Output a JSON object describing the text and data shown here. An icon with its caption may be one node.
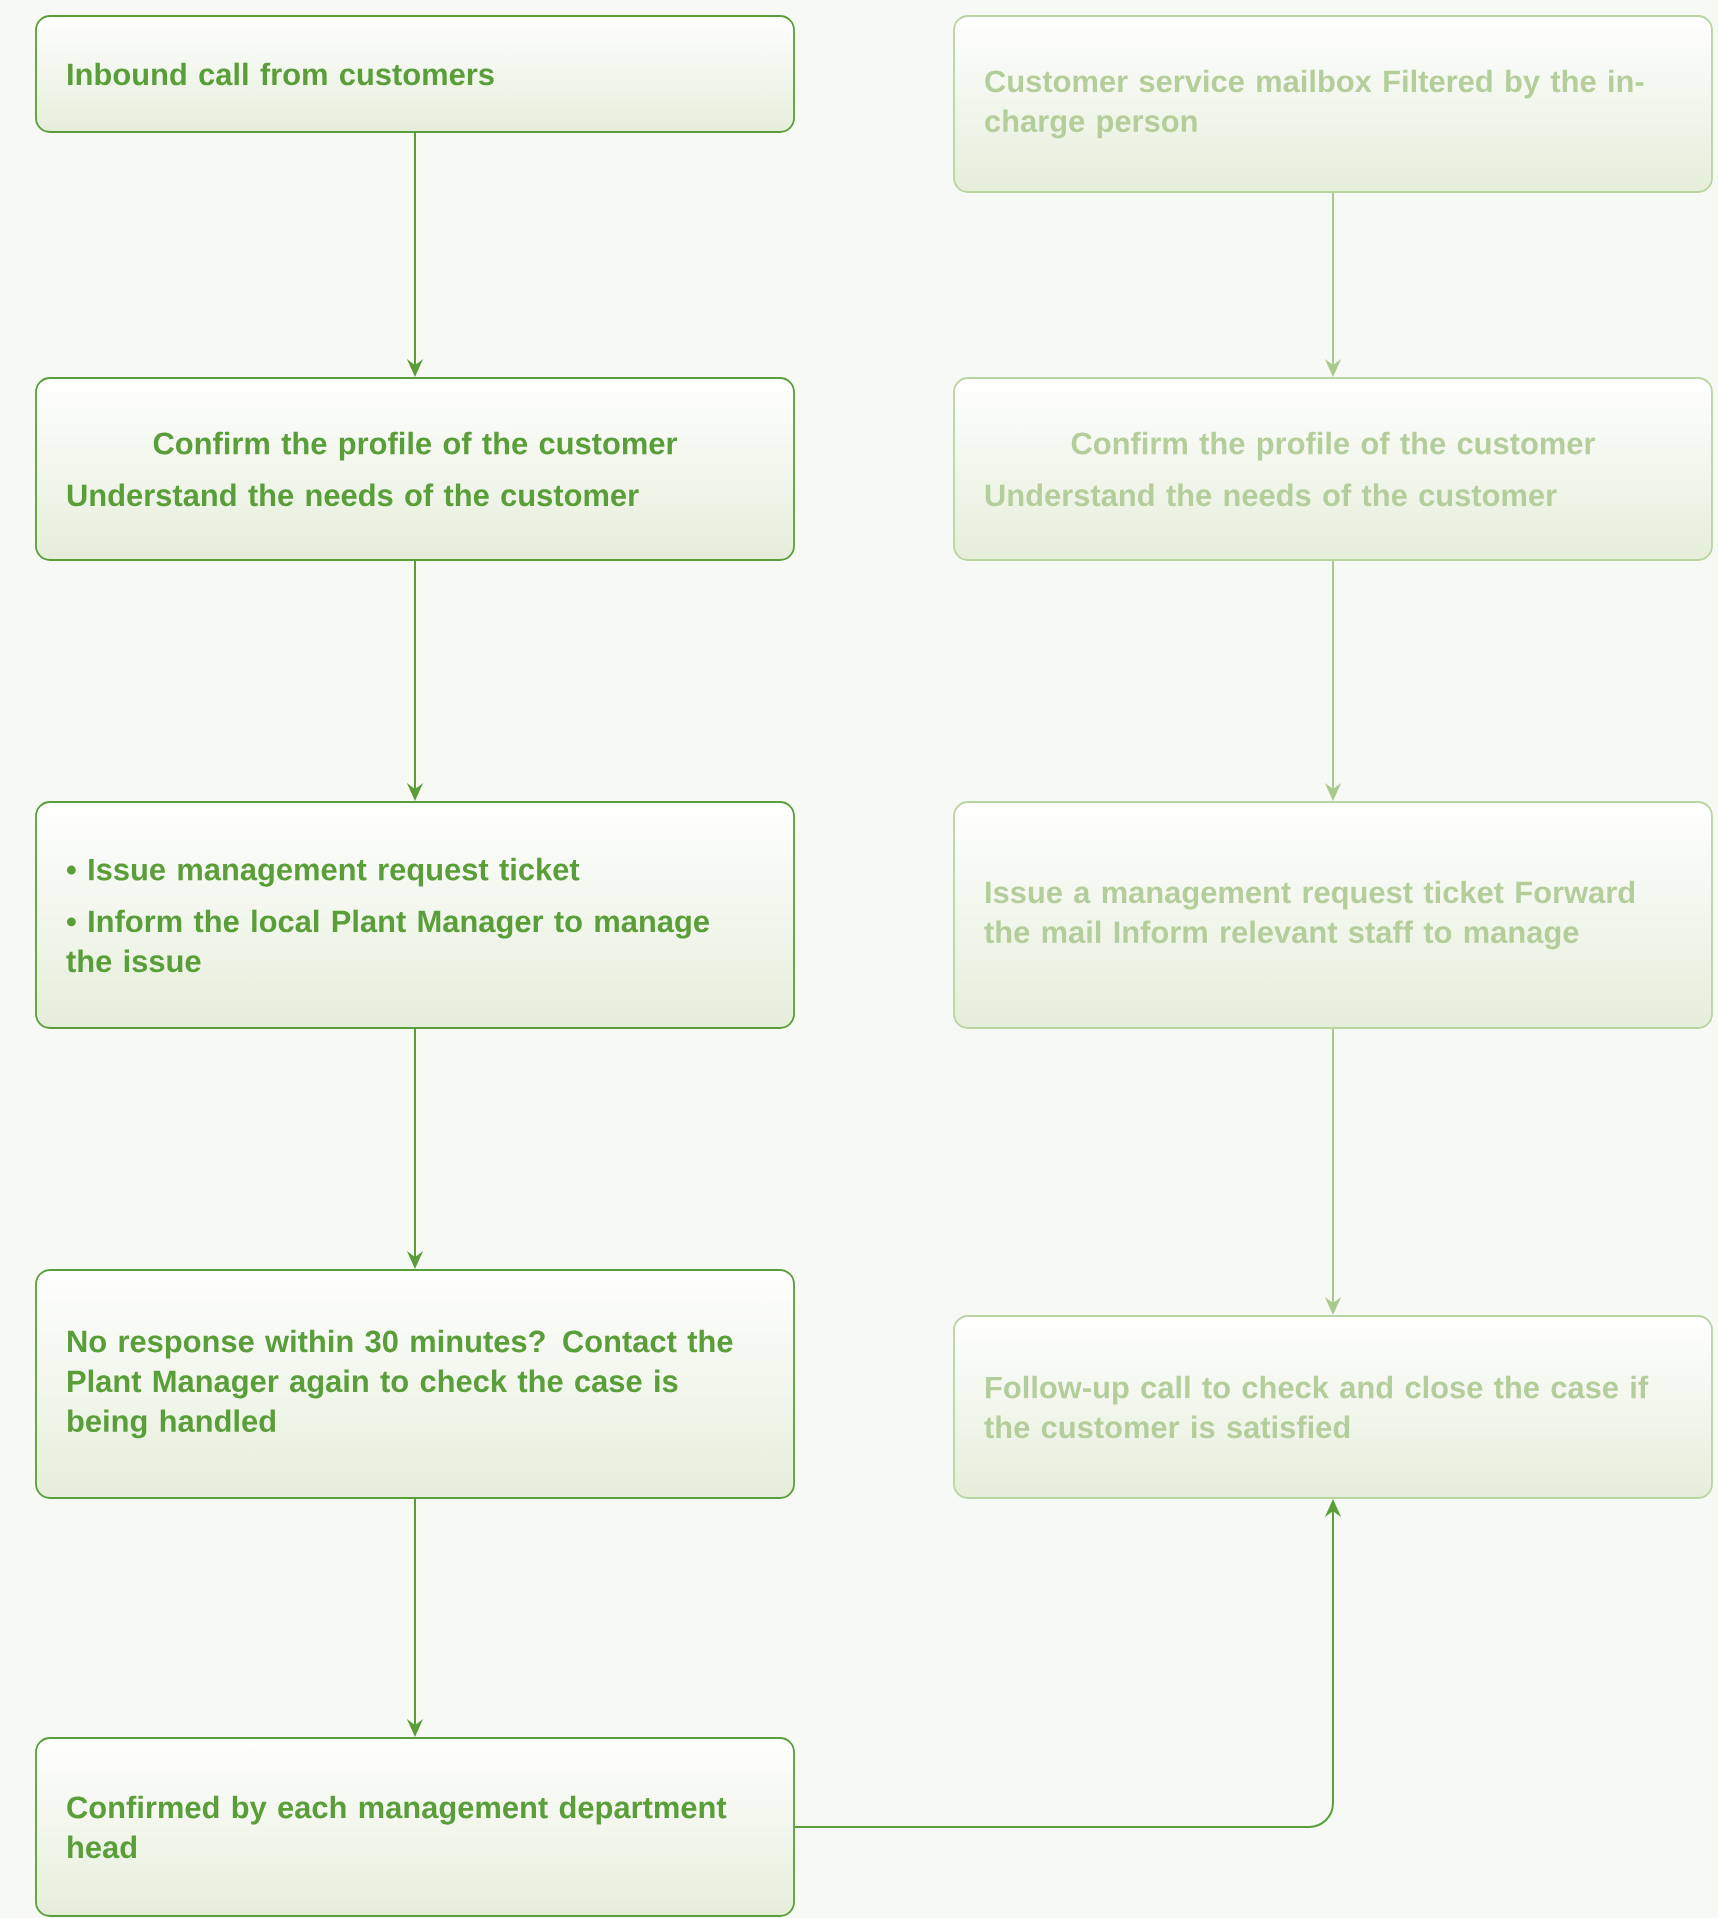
{
  "diagram": {
    "nodes": [
      {
        "text": [
          "Inbound call from customers"
        ]
      },
      {
        "text": [
          "Confirm the profile of the customer",
          "Understand the needs of the customer"
        ]
      },
      {
        "text": [
          "• Issue management request ticket",
          "• Inform the local Plant Manager to manage the issue"
        ]
      },
      {
        "text": [
          "No response within 30 minutes? Contact the Plant Manager again to check the case is being handled"
        ]
      },
      {
        "text": [
          "Confirmed by each management department head"
        ]
      },
      {
        "text": [
          "Customer service mailbox Filtered by the in-charge person"
        ]
      },
      {
        "text": [
          "Confirm the profile of the customer",
          "Understand the needs of the customer"
        ]
      },
      {
        "text": [
          "Issue a management request ticket Forward the mail Inform relevant staff to manage"
        ]
      },
      {
        "text": [
          "Follow-up call to check and close the case if the customer is satisfied"
        ]
      }
    ],
    "edges": [
      {
        "from": 0,
        "to": 1,
        "arrow": "to"
      },
      {
        "from": 1,
        "to": 2,
        "arrow": "to"
      },
      {
        "from": 2,
        "to": 3,
        "arrow": "to"
      },
      {
        "from": 3,
        "to": 4,
        "arrow": "to"
      },
      {
        "from": 5,
        "to": 6,
        "arrow": "to",
        "color": "#a9c98f"
      },
      {
        "from": 6,
        "to": 7,
        "arrow": "to",
        "color": "#a9c98f"
      },
      {
        "from": 7,
        "to": 8,
        "arrow": "to",
        "color": "#a9c98f"
      },
      {
        "from": 4,
        "to": 8,
        "arrow": "to"
      }
    ]
  }
}
